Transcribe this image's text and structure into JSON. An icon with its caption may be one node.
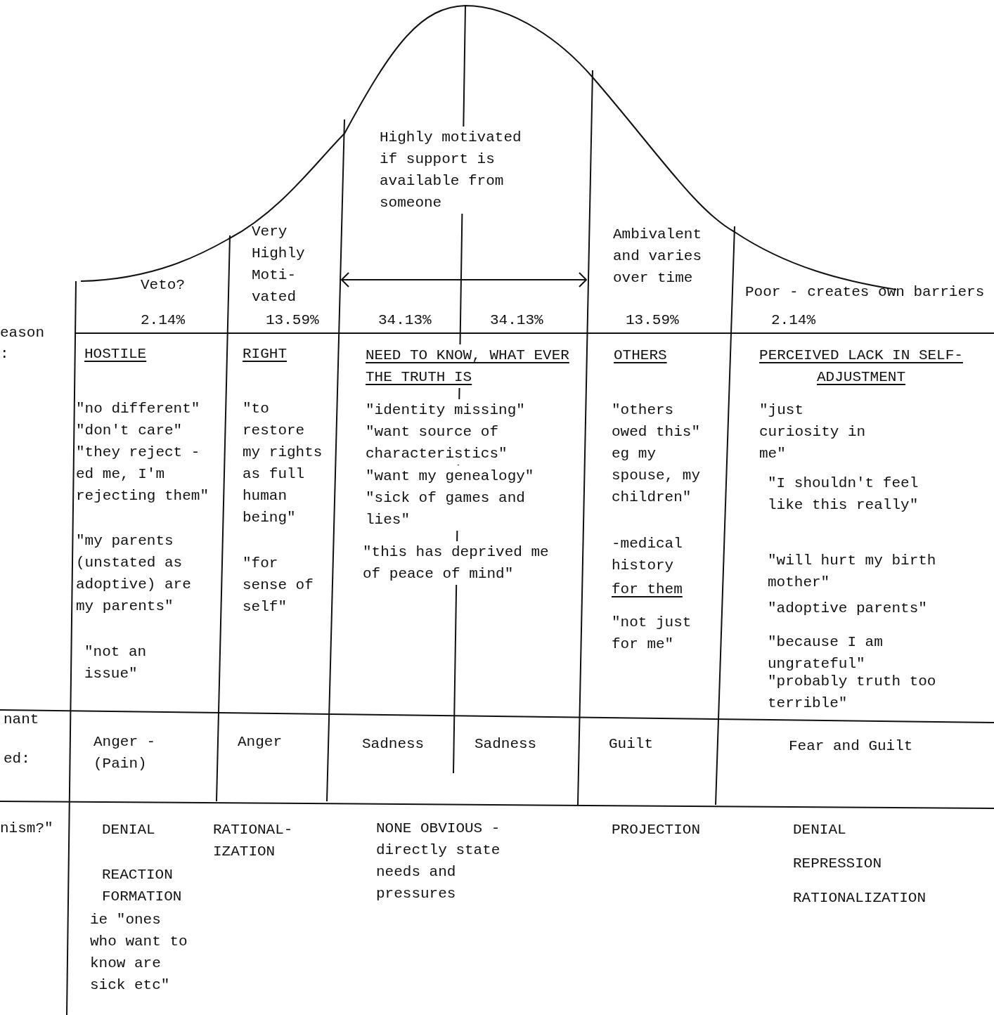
{
  "diagram": {
    "labels": [
      "eason",
      ":",
      "Highly motivated if support is available from someone",
      "Veto?",
      "2.14%",
      "Very Highly Moti- vated",
      "13.59%",
      "34.13%",
      "34.13%",
      "Ambivalent and varies over time",
      "13.59%",
      "Poor - creates own barriers",
      "2.14%",
      "HOSTILE",
      "RIGHT",
      "NEED TO KNOW, WHAT EVER THE TRUTH IS",
      "OTHERS",
      "PERCEIVED LACK IN SELF-ADJUSTMENT",
      "\"no different\"",
      "\"don't care\"",
      "\"they reject -ed me, I'm rejecting them\"",
      "\"my parents (unstated as adoptive) are my parents\"",
      "\"not an issue\"",
      "\"to restore my rights as full human being\"",
      "\"for sense of self\"",
      "\"identity missing\"",
      "\"want source of characteristics\"",
      "\"want my genealogy\"",
      "\"sick of games and lies\"",
      "\"this has deprived me of peace of mind\"",
      "\"others owed this\" eg my spouse, my children\"",
      "-medical history",
      "for them",
      "\"not just for me\"",
      "\"just curiosity in me\"",
      "\"I shouldn't feel like this really\"",
      "\"will hurt my birth mother\"",
      "\"adoptive parents\"",
      "\"because I am ungrateful\"",
      "\"probably truth too terrible\"",
      "nant",
      "ed:",
      "Anger -(Pain)",
      "Anger",
      "Sadness",
      "Sadness",
      "Guilt",
      "Fear and Guilt",
      "nism?\"",
      "DENIAL",
      "REACTION FORMATION",
      "ie \"ones who want to know are sick etc\"",
      "RATIONAL- IZATION",
      "NONE OBVIOUS - directly state needs and pressures",
      "PROJECTION",
      "DENIAL",
      "REPRESSION",
      "RATIONALIZATION"
    ]
  }
}
